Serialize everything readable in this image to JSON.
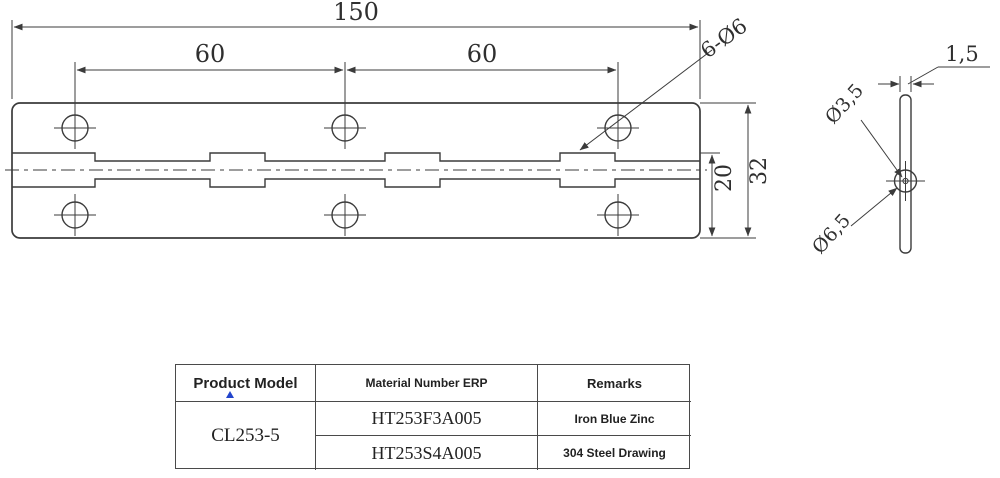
{
  "front_view": {
    "overall_length": "150",
    "hole_spacing_left": "60",
    "hole_spacing_right": "60",
    "holes_callout": "6-Ø6",
    "leaf_offset": "20",
    "overall_width": "32"
  },
  "side_view": {
    "thickness": "1,5",
    "pin_diameter": "Ø3,5",
    "knuckle_diameter": "Ø6,5"
  },
  "table": {
    "headers": {
      "product_model": "Product Model",
      "material_number": "Material Number ERP",
      "remarks": "Remarks"
    },
    "product_model": "CL253-5",
    "rows": [
      {
        "material_number": "HT253F3A005",
        "remark": "Iron Blue Zinc"
      },
      {
        "material_number": "HT253S4A005",
        "remark": "304 Steel Drawing"
      }
    ]
  },
  "colors": {
    "line": "#3b3b3b",
    "marker_blue": "#2244cc",
    "background": "#ffffff"
  }
}
